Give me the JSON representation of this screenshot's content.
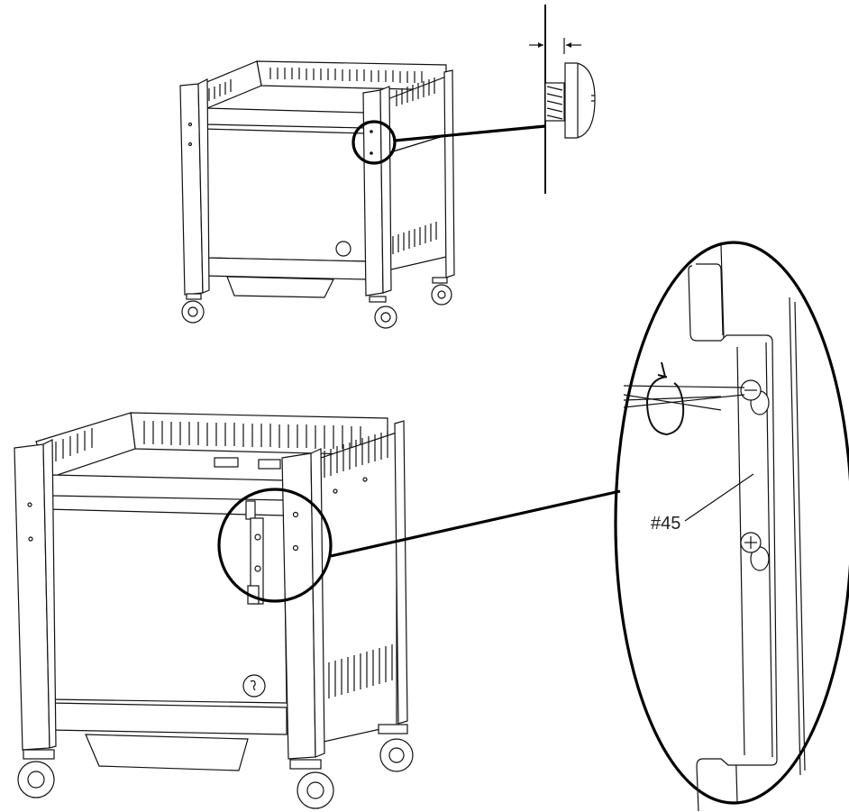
{
  "diagram": {
    "type": "assembly-instruction",
    "subject": "wheeled cabinet cart frame with front panel",
    "steps": [
      {
        "id": "step-1",
        "description": "Cart with front panel installed; callout circle on right front leg showing screw holes"
      },
      {
        "id": "step-2",
        "description": "Cart with bracket #45 attached behind front panel; callout circle showing bracket"
      }
    ],
    "callouts": [
      {
        "id": "screw-gap-detail",
        "description": "Side view of screw partially threaded into panel with gap dimension arrows"
      },
      {
        "id": "bracket-detail",
        "description": "Enlarged view of bracket #45 with two screws being tightened clockwise by screwdriver"
      }
    ],
    "part_label": "#45",
    "icons": [
      "rotate-clockwise-icon",
      "screwdriver-icon",
      "screw-icon",
      "caster-wheel-icon"
    ]
  }
}
